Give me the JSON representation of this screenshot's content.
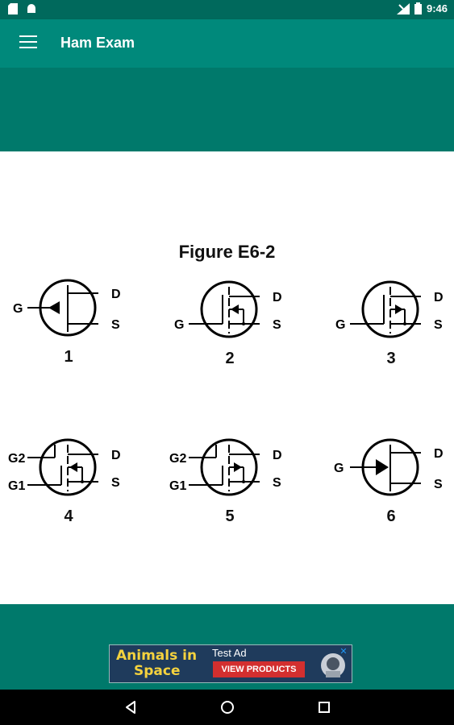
{
  "status_bar": {
    "time": "9:46"
  },
  "app_bar": {
    "title": "Ham Exam"
  },
  "figure": {
    "title": "Figure E6-2",
    "labels": {
      "g": "G",
      "g1": "G1",
      "g2": "G2",
      "d": "D",
      "s": "S"
    },
    "items": [
      {
        "number": "1"
      },
      {
        "number": "2"
      },
      {
        "number": "3"
      },
      {
        "number": "4"
      },
      {
        "number": "5"
      },
      {
        "number": "6"
      }
    ]
  },
  "ad": {
    "headline_line1": "Animals in",
    "headline_line2": "Space",
    "label": "Test Ad",
    "cta": "VIEW PRODUCTS"
  },
  "colors": {
    "status_bar": "#00695c",
    "app_bar": "#00897b",
    "band": "#00796b",
    "nav_bar": "#000000"
  }
}
